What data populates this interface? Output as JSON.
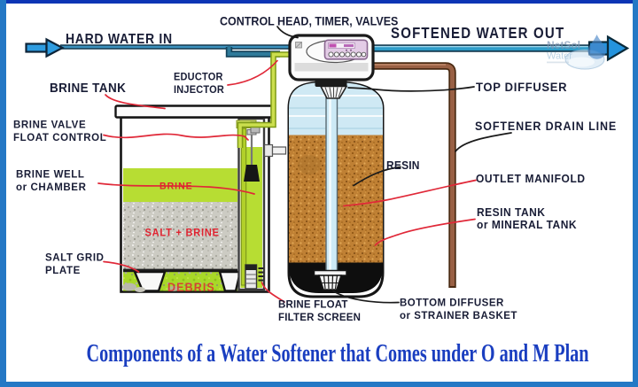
{
  "title": "Components of a Water Softener that Comes under O and M Plan",
  "labels": {
    "control_head": "CONTROL HEAD, TIMER, VALVES",
    "hard_water_in": "HARD WATER IN",
    "softened_water_out": "SOFTENED WATER OUT",
    "eductor_injector": "EDUCTOR\nINJECTOR",
    "brine_tank": "BRINE TANK",
    "top_diffuser": "TOP DIFFUSER",
    "brine_valve_float_control": "BRINE VALVE\nFLOAT CONTROL",
    "softener_drain_line": "SOFTENER DRAIN LINE",
    "brine_well_or_chamber": "BRINE WELL\nor CHAMBER",
    "resin": "RESIN",
    "outlet_manifold": "OUTLET MANIFOLD",
    "brine": "BRINE",
    "resin_tank_or_mineral_tank": "RESIN TANK\nor MINERAL TANK",
    "salt_plus_brine": "SALT + BRINE",
    "salt_grid_plate": "SALT GRID\nPLATE",
    "debris": "DEBRIS",
    "brine_float_filter_screen": "BRINE FLOAT\nFILTER SCREEN",
    "bottom_diffuser_or_strainer_basket": "BOTTOM DIFFUSER\nor STRAINER BASKET"
  },
  "watermark": {
    "line1": "NetSol",
    "line2": "Water"
  },
  "colors": {
    "frame-top": "#0c35b5",
    "frame-side": "#2478c5",
    "label-navy": "#191d36",
    "label-red": "#e02330",
    "title-blue": "#1a3ec0",
    "pipe-blue": "#3a93c0",
    "arrow-blue": "#2e9ce0",
    "drain-brown": "#996044",
    "brine-green": "#b7dd33",
    "tube-green": "#ccdf4e",
    "resin-tan": "#bf8034",
    "salt-gray": "#cccbc3",
    "water-blue": "#cfe9f4"
  }
}
